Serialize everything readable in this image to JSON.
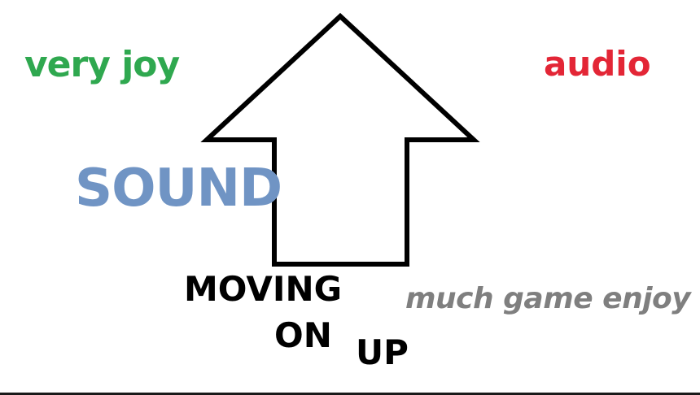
{
  "texts": {
    "very_joy": "very joy",
    "audio": "audio",
    "sound": "SOUND",
    "moving": "MOVING",
    "on": "ON",
    "up": "UP",
    "much_game_enjoy": "much game enjoy"
  },
  "colors": {
    "very_joy": "#2fa84f",
    "audio": "#e32636",
    "sound": "#7094c4",
    "moving_on_up": "#000000",
    "much_game_enjoy": "#7f7f7f",
    "arrow_stroke": "#000000",
    "background": "#ffffff"
  },
  "icons": {
    "arrow": "up-arrow-icon"
  }
}
